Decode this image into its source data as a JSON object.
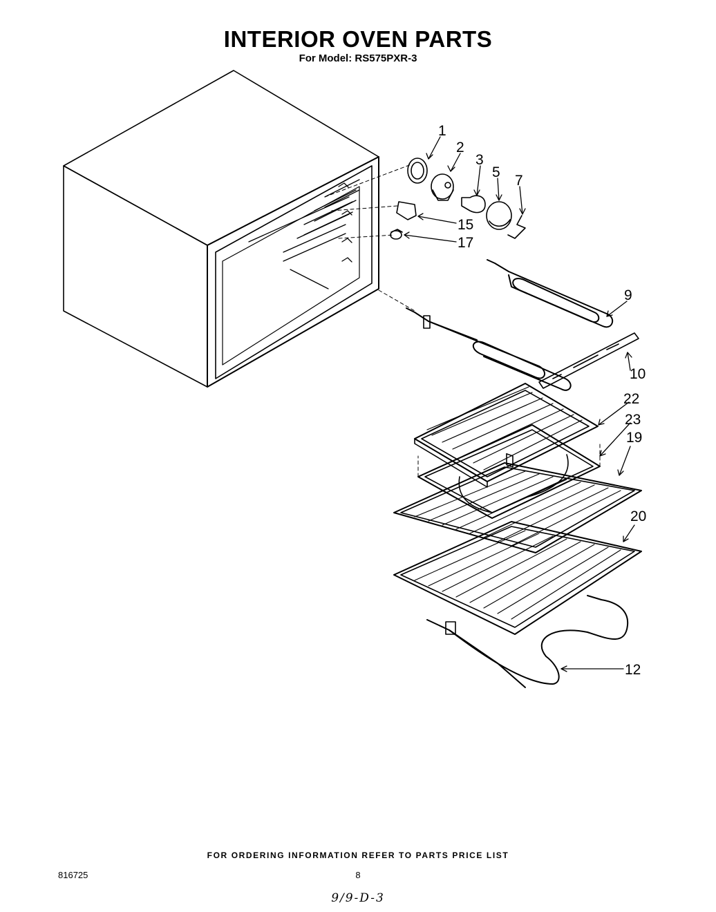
{
  "header": {
    "title": "INTERIOR OVEN PARTS",
    "subtitle": "For Model: RS575PXR-3"
  },
  "callouts": [
    "1",
    "2",
    "3",
    "5",
    "7",
    "15",
    "17",
    "9",
    "10",
    "22",
    "23",
    "19",
    "20",
    "12"
  ],
  "footer": {
    "ordering_note": "FOR ORDERING INFORMATION REFER TO PARTS PRICE LIST",
    "doc_number": "816725",
    "page_number": "8",
    "handwritten_note": "9/9-D-3"
  }
}
